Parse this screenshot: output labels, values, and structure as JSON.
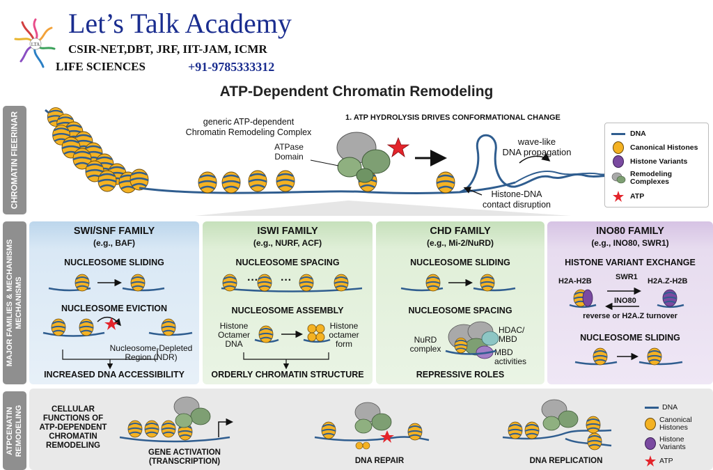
{
  "brand": {
    "name": "Let’s Talk Academy",
    "exams": "CSIR-NET,DBT, JRF, IIT-JAM, ICMR",
    "subject": "LIFE SCIENCES",
    "phone": "+91-9785333312",
    "logo_initials": "LTA"
  },
  "title": "ATP-Dependent Chromatin Remodeling",
  "rows": {
    "top_label": "CHROMATIN FIEERINAR",
    "middle_label_line1": "MAJOR FAMILIES & MECHANISMS",
    "middle_label_line2": "MECHANISMS",
    "bottom_label_line1": "ATPCENATIN",
    "bottom_label_line2": "REMODELING"
  },
  "top": {
    "complex_label_line1": "generic ATP-dependent",
    "complex_label_line2": "Chromatin Remodeling Complex",
    "atpase_line1": "ATPase",
    "atpase_line2": "Domain",
    "step1": "1. ATP HYDROLYSIS DRIVES CONFORMATIONAL CHANGE",
    "wave_line1": "wave-like",
    "wave_line2": "DNA propagation",
    "contact_line1": "Histone-DNA",
    "contact_line2": "contact disruption"
  },
  "legend_top": {
    "dna": "DNA",
    "canonical": "Canonical Histones",
    "variants": "Histone Variants",
    "remodeling_line1": "Remodeling",
    "remodeling_line2": "Complexes",
    "atp": "ATP"
  },
  "families": {
    "swi": {
      "title": "SWI/SNF FAMILY",
      "example": "(e.g., BAF)",
      "mech1": "NUCLEOSOME SLIDING",
      "mech2": "NUCLEOSOME EVICTION",
      "ndr_line1": "Nucleosome-Depleted",
      "ndr_line2": "Region (NDR)",
      "result": "INCREASED DNA ACCESSIBILITY"
    },
    "iswi": {
      "title": "ISWI FAMILY",
      "example": "(e.g., NURF, ACF)",
      "mech1": "NUCLEOSOME SPACING",
      "dots": "···",
      "mech2": "NUCLEOSOME ASSEMBLY",
      "histone_line1": "Histone",
      "histone_line2": "Octamer",
      "dna": "DNA",
      "right_line1": "Histone",
      "right_line2": "octamer",
      "right_line3": "form",
      "result": "ORDERLY CHROMATIN STRUCTURE"
    },
    "chd": {
      "title": "CHD FAMILY",
      "example": "(e.g., Mi-2/NuRD)",
      "mech1": "NUCLEOSOME SLIDING",
      "mech2": "NUCLEOSOME SPACING",
      "nurd_line1": "NuRD",
      "nurd_line2": "complex",
      "hdac_line1": "HDAC/",
      "hdac_line2": "MBD",
      "mbd_line1": "MBD",
      "mbd_line2": "activities",
      "result": "REPRESSIVE ROLES"
    },
    "ino80": {
      "title": "INO80 FAMILY",
      "example": "(e.g., INO80, SWR1)",
      "mech1": "HISTONE VARIANT EXCHANGE",
      "h2a_h2b": "H2A-H2B",
      "h2az_h2b": "H2A.Z-H2B",
      "swr1": "SWR1",
      "ino80": "INO80",
      "reverse": "reverse or H2A.Z turnover",
      "mech2": "NUCLEOSOME SLIDING"
    }
  },
  "functions": {
    "heading_line1": "CELLULAR",
    "heading_line2": "FUNCTIONS OF",
    "heading_line3": "ATP-DEPENDENT",
    "heading_line4": "CHROMATIN",
    "heading_line5": "REMODELING",
    "gene_line1": "GENE ACTIVATION",
    "gene_line2": "(TRANSCRIPTION)",
    "repair": "DNA REPAIR",
    "replication": "DNA REPLICATION"
  },
  "legend_bottom": {
    "dna": "DNA",
    "canonical_line1": "Canonical",
    "canonical_line2": "Histones",
    "variants_line1": "Histone",
    "variants_line2": "Variants",
    "atp": "ATP"
  },
  "colors": {
    "dna": "#2f5d8f",
    "histone": "#f4b223",
    "variant": "#7a4aa0",
    "remodeler_green": "#7e9f73",
    "remodeler_gray": "#a9a9a9",
    "atp": "#e3242b",
    "swi_bg": "#d9e8f5",
    "iswi_bg": "#e0efd8",
    "chd_bg": "#e0efd8",
    "ino80_bg": "#e7dcef",
    "tab_gray": "#8f8f8f"
  }
}
